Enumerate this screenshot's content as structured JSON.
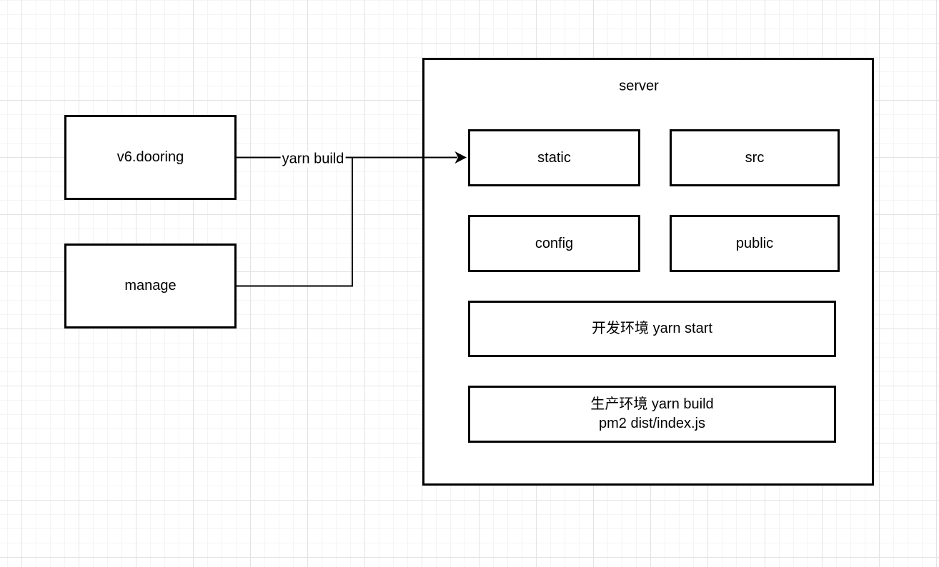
{
  "diagram": {
    "background": "#ffffff",
    "grid_minor_color": "#f4f4f4",
    "grid_major_color": "#e3e3e3",
    "stroke_color": "#000000",
    "text_color": "#000000"
  },
  "nodes": {
    "v6_dooring": {
      "label": "v6.dooring"
    },
    "manage": {
      "label": "manage"
    },
    "server": {
      "title": "server"
    },
    "static_dir": {
      "label": "static"
    },
    "src_dir": {
      "label": "src"
    },
    "config_dir": {
      "label": "config"
    },
    "public_dir": {
      "label": "public"
    },
    "dev_env": {
      "label": "开发环境 yarn start"
    },
    "prod_env": {
      "line1": "生产环境 yarn build",
      "line2": "pm2 dist/index.js"
    }
  },
  "edges": {
    "yarn_build": {
      "label": "yarn build"
    }
  }
}
